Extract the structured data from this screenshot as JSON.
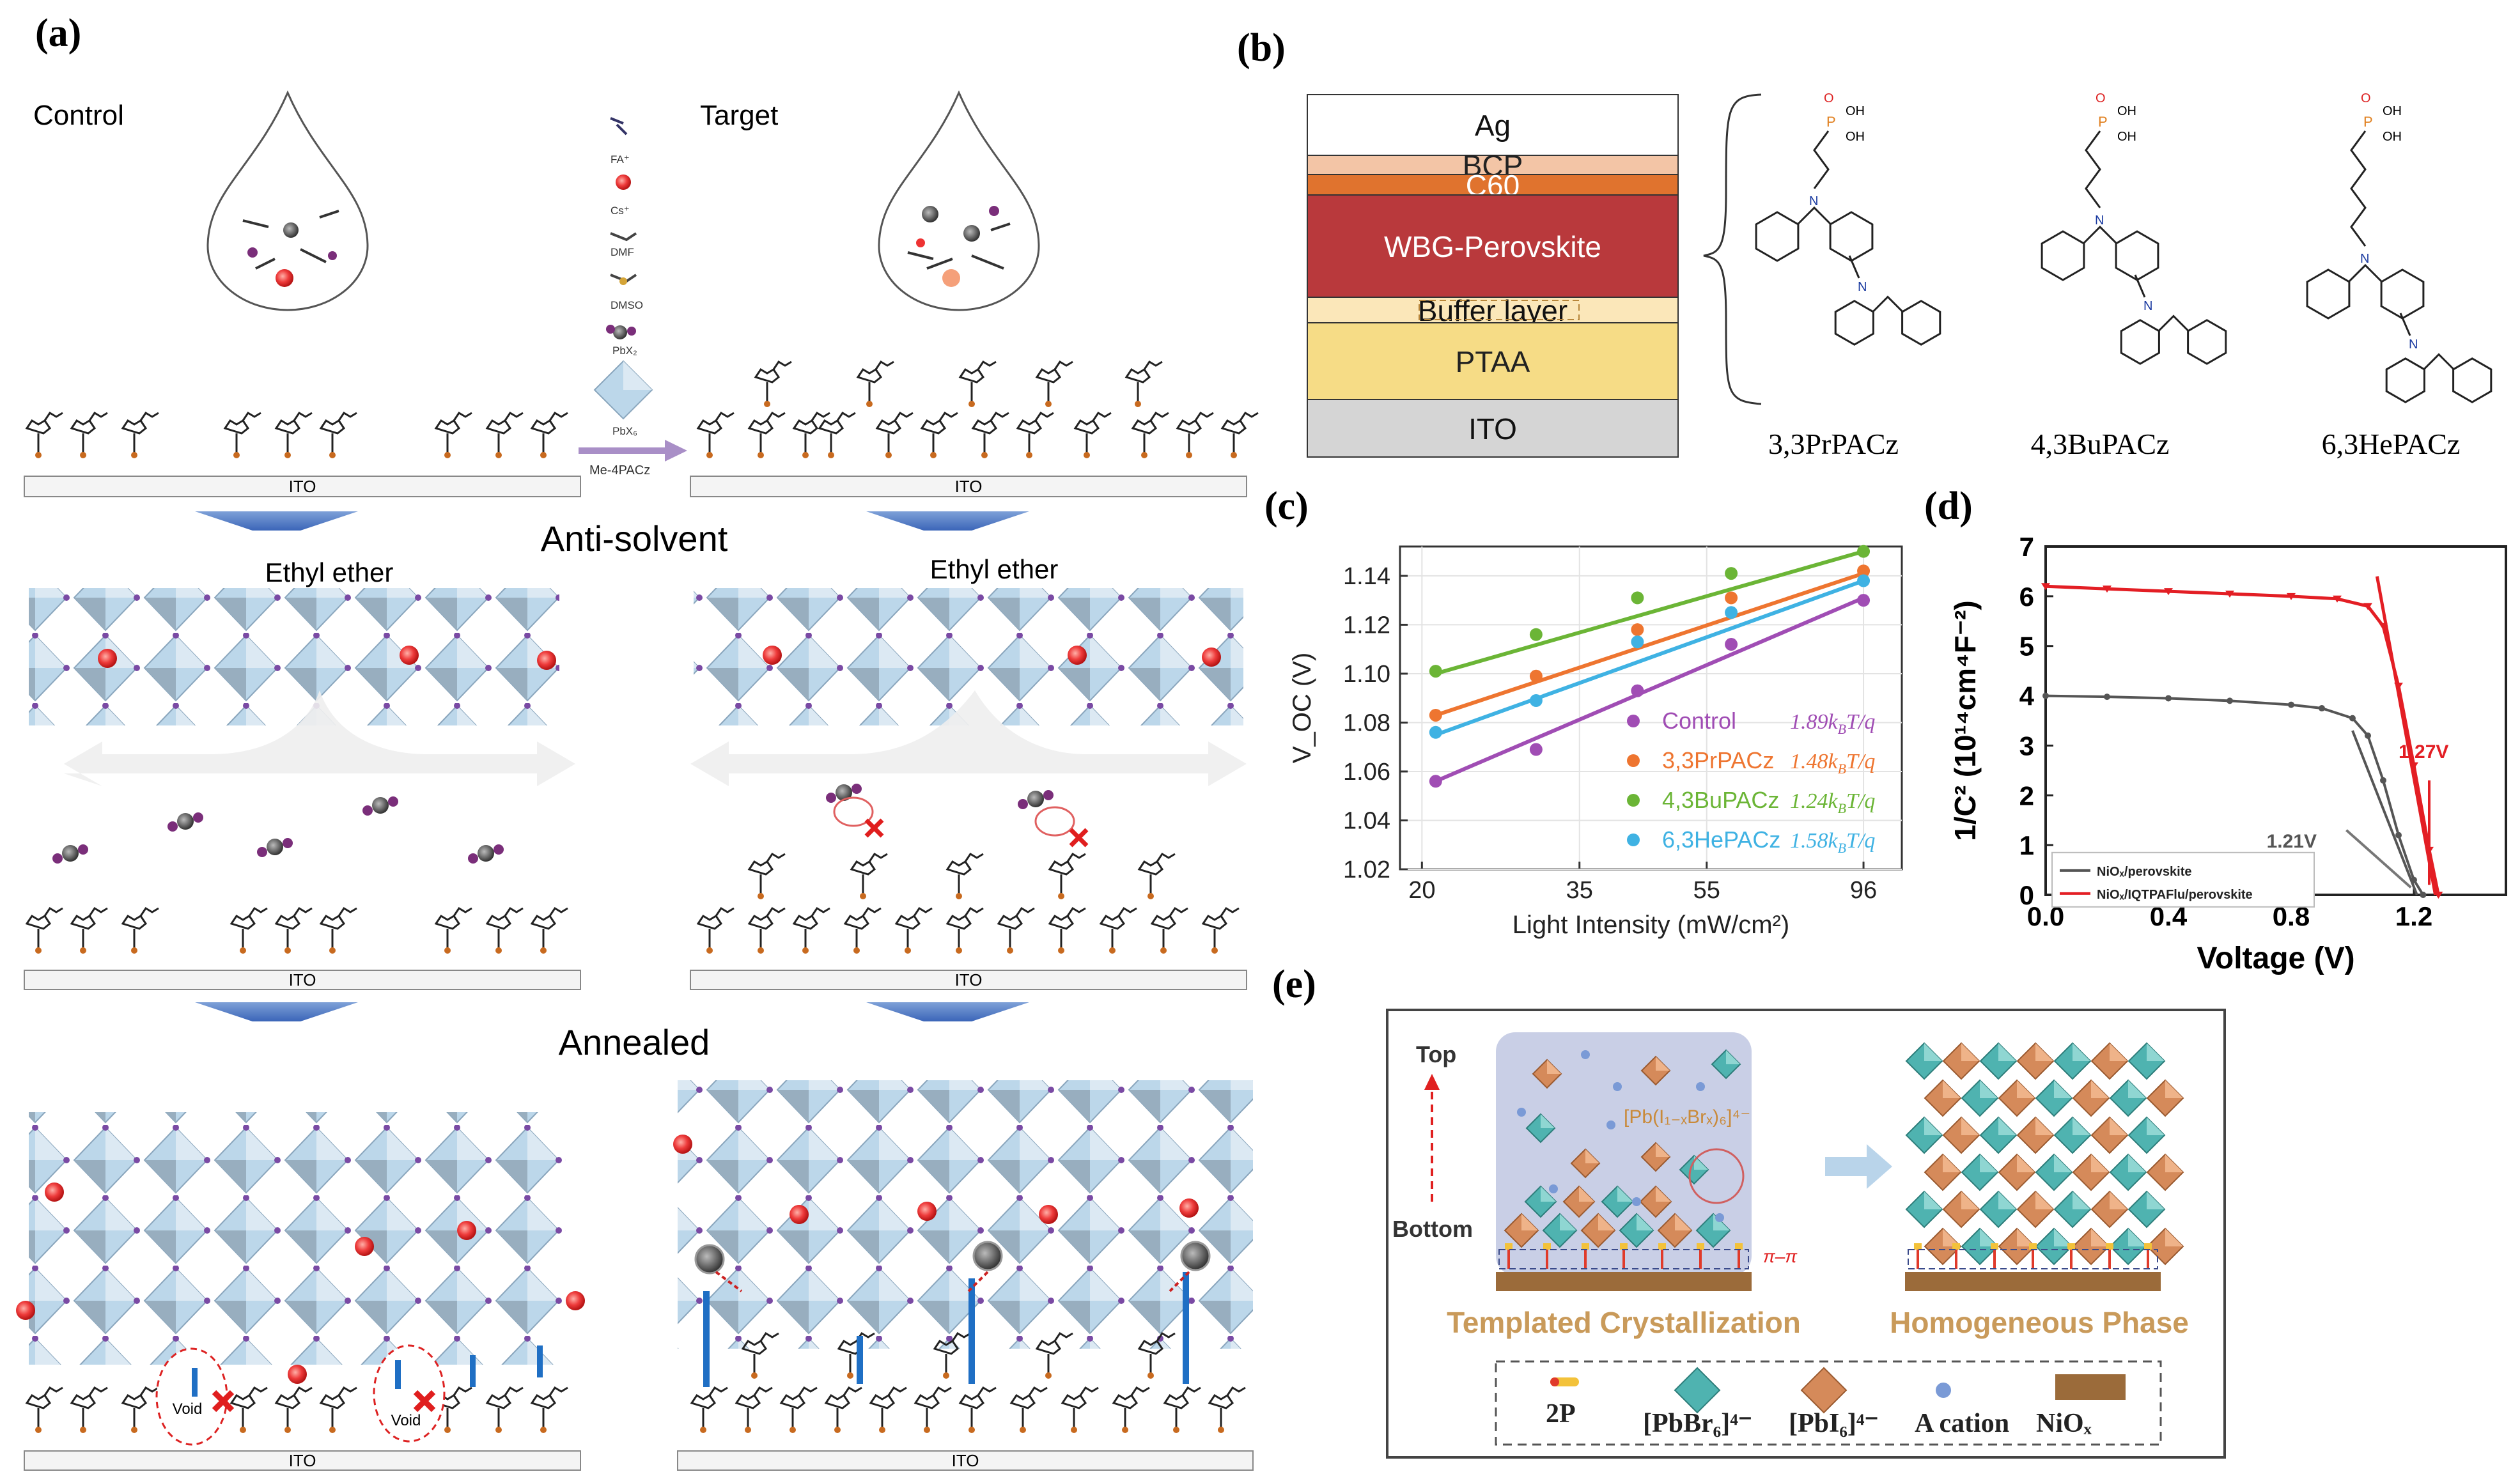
{
  "panels": {
    "a": {
      "label": "(a)",
      "control": "Control",
      "target": "Target",
      "species": [
        "FA⁺",
        "Cs⁺",
        "DMF",
        "DMSO",
        "PbX₂",
        "PbX₆"
      ],
      "additive": "Me-4PACz",
      "substrate": "ITO",
      "step1": "Anti-solvent",
      "antisolvent": "Ethyl ether",
      "step2": "Annealed",
      "void": "Void"
    },
    "b": {
      "label": "(b)",
      "layers": [
        "Ag",
        "BCP",
        "C60",
        "WBG-Perovskite",
        "Buffer layer",
        "PTAA",
        "ITO"
      ],
      "molecules": [
        "3,3PrPACz",
        "4,3BuPACz",
        "6,3HePACz"
      ],
      "atoms": {
        "P": "P",
        "O": "O",
        "OH": "OH",
        "N": "N"
      }
    },
    "c": {
      "label": "(c)",
      "legend": [
        {
          "name": "Control",
          "slope": "1.89k",
          "color": "#a04db4"
        },
        {
          "name": "3,3PrPACz",
          "slope": "1.48k",
          "color": "#ee7530"
        },
        {
          "name": "4,3BuPACz",
          "slope": "1.24k",
          "color": "#6bb536"
        },
        {
          "name": "6,3HePACz",
          "slope": "1.58k",
          "color": "#3fb2e3"
        }
      ],
      "slope_suffix": "T/q",
      "slope_sub": "B"
    },
    "d": {
      "label": "(d)",
      "legend": [
        {
          "name": "NiOₓ/perovskite",
          "color": "#555555"
        },
        {
          "name": "NiOₓ/IQTPAFlu/perovskite",
          "color": "#e31e24"
        }
      ],
      "annot1": "1.21V",
      "annot2": "1.27V"
    },
    "e": {
      "label": "(e)",
      "top": "Top",
      "bottom": "Bottom",
      "complex": "[Pb(I",
      "complex_full": "[Pb(I₁₋ₓBrₓ)₆]⁴⁻",
      "pipi": "π–π",
      "left_caption": "Templated Crystallization",
      "right_caption": "Homogeneous Phase",
      "legend": [
        "2P",
        "[PbBr₆]⁴⁻",
        "[PbI₆]⁴⁻",
        "A cation",
        "NiOₓ"
      ]
    }
  },
  "chart_data": [
    {
      "panel": "c",
      "type": "scatter",
      "xlabel": "Light Intensity (mW/cm²)",
      "ylabel": "V_OC (V)",
      "xscale": "log",
      "xticks": [
        20,
        35,
        55,
        96
      ],
      "yticks": [
        1.02,
        1.04,
        1.06,
        1.08,
        1.1,
        1.12,
        1.14
      ],
      "xlim": [
        18.5,
        110
      ],
      "ylim": [
        1.02,
        1.152
      ],
      "legend_position": "inside lower-right",
      "series": [
        {
          "name": "Control",
          "x": [
            21,
            30,
            43,
            60,
            96
          ],
          "y": [
            1.056,
            1.069,
            1.093,
            1.112,
            1.13
          ],
          "fit": [
            1.056,
            1.131
          ]
        },
        {
          "name": "3,3PrPACz",
          "x": [
            21,
            30,
            43,
            60,
            96
          ],
          "y": [
            1.083,
            1.099,
            1.118,
            1.131,
            1.142
          ],
          "fit": [
            1.083,
            1.141
          ]
        },
        {
          "name": "4,3BuPACz",
          "x": [
            21,
            30,
            43,
            60,
            96
          ],
          "y": [
            1.101,
            1.116,
            1.131,
            1.141,
            1.15
          ],
          "fit": [
            1.1,
            1.15
          ]
        },
        {
          "name": "6,3HePACz",
          "x": [
            21,
            30,
            43,
            60,
            96
          ],
          "y": [
            1.076,
            1.089,
            1.113,
            1.125,
            1.138
          ],
          "fit": [
            1.075,
            1.138
          ]
        }
      ]
    },
    {
      "panel": "d",
      "type": "line",
      "xlabel": "Voltage (V)",
      "ylabel": "1/C² (10¹⁴cm⁴F⁻²)",
      "xticks": [
        "0.0",
        "0.4",
        "0.8",
        "1.2"
      ],
      "yticks": [
        0,
        1,
        2,
        3,
        4,
        5,
        6,
        7
      ],
      "xlim": [
        0,
        1.5
      ],
      "ylim": [
        0,
        7
      ],
      "legend_position": "bottom-left",
      "series": [
        {
          "name": "NiOₓ/perovskite",
          "x": [
            0,
            0.2,
            0.4,
            0.6,
            0.8,
            0.9,
            1.0,
            1.05,
            1.1,
            1.15,
            1.2,
            1.23
          ],
          "y": [
            4.0,
            3.98,
            3.95,
            3.9,
            3.82,
            3.75,
            3.55,
            3.2,
            2.3,
            1.2,
            0.3,
            0.0
          ]
        },
        {
          "name": "NiOₓ/IQTPAFlu/perovskite",
          "x": [
            0,
            0.2,
            0.4,
            0.6,
            0.8,
            0.95,
            1.05,
            1.1,
            1.15,
            1.2,
            1.25,
            1.28
          ],
          "y": [
            6.2,
            6.15,
            6.1,
            6.05,
            6.0,
            5.95,
            5.8,
            5.4,
            4.2,
            2.6,
            0.9,
            0.0
          ]
        }
      ]
    }
  ]
}
